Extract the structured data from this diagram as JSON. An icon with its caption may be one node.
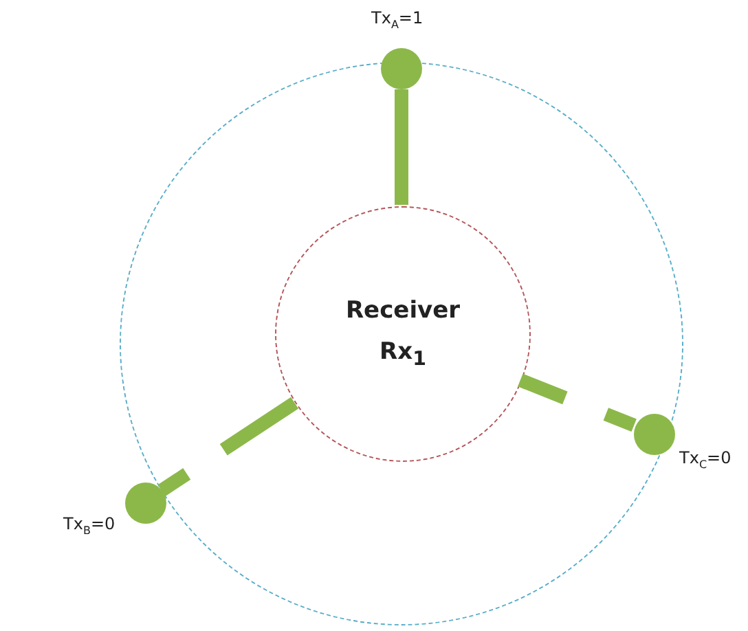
{
  "diagram": {
    "nodes": [
      {
        "text": [],
        "shape": "circle"
      },
      {
        "text": [
          "Receiver",
          "Rx$_{1}$"
        ],
        "in": 0
      },
      {
        "text": [],
        "shape": "circle",
        "beside": [
          "Tx$_{A}$=1"
        ]
      },
      {
        "text": [],
        "shape": "circle",
        "beside": [
          "Tx$_{B}$=0"
        ],
        "in": 0
      },
      {
        "text": [],
        "shape": "circle",
        "beside": [
          "Tx$_{C}$=0"
        ],
        "in": 0
      }
    ],
    "edges": [
      {
        "from": 2,
        "to": 1,
        "arrow": "none"
      },
      {
        "from": 3,
        "to": 1,
        "arrow": "none",
        "style": "dashed"
      },
      {
        "from": 4,
        "to": 1,
        "arrow": "none",
        "style": "dashed"
      }
    ]
  }
}
